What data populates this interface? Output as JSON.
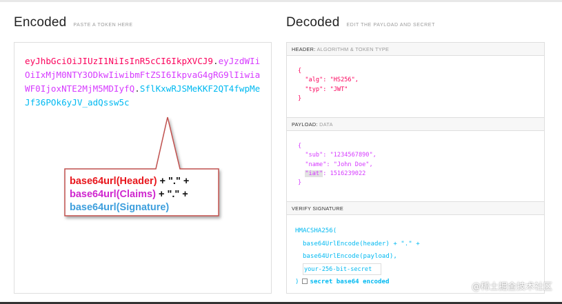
{
  "encoded": {
    "title": "Encoded",
    "subtitle": "PASTE A TOKEN HERE",
    "token": {
      "header": "eyJhbGciOiJIUzI1NiIsInR5cCI6IkpXVCJ9",
      "dot1": ".",
      "payload": "eyJzdWIiOiIxMjM0NTY3ODkwIiwibmFtZSI6IkpvaG4gRG9lIiwiaWF0IjoxNTE2MjM5MDIyfQ",
      "dot2": ".",
      "signature": "SflKxwRJSMeKKF2QT4fwpMeJf36POk6yJV_adQssw5c"
    },
    "callout": {
      "line1_part": "base64url(Header)",
      "line1_rest": " + \".\" +",
      "line2_part": "base64url(Claims)",
      "line2_rest": " + \".\" +",
      "line3_part": "base64url(Signature)"
    }
  },
  "decoded": {
    "title": "Decoded",
    "subtitle": "EDIT THE PAYLOAD AND SECRET",
    "header_pane": {
      "label": "HEADER:",
      "sub": "ALGORITHM & TOKEN TYPE",
      "lines": [
        "{",
        "  \"alg\": \"HS256\",",
        "  \"typ\": \"JWT\"",
        "}"
      ]
    },
    "payload_pane": {
      "label": "PAYLOAD:",
      "sub": "DATA",
      "line_open": "{",
      "line_sub": "  \"sub\": \"1234567890\",",
      "line_name": "  \"name\": \"John Doe\",",
      "iat_indent": "  ",
      "iat_key": "\"iat\"",
      "iat_value": ": 1516239022",
      "line_close": "}"
    },
    "signature_pane": {
      "label": "VERIFY SIGNATURE",
      "fn_open": "HMACSHA256(",
      "line_header": "  base64UrlEncode(header) + \".\" +",
      "line_payload": "  base64UrlEncode(payload),",
      "secret_value": "your-256-bit-secret",
      "close": ")",
      "checkbox_label": "secret base64 encoded",
      "checkbox_checked": false
    }
  },
  "watermark": "@稀土掘金技术社区",
  "colors": {
    "header": "#fb015b",
    "payload": "#d63aff",
    "signature": "#00b9f1",
    "callout_border": "#c0504d"
  }
}
